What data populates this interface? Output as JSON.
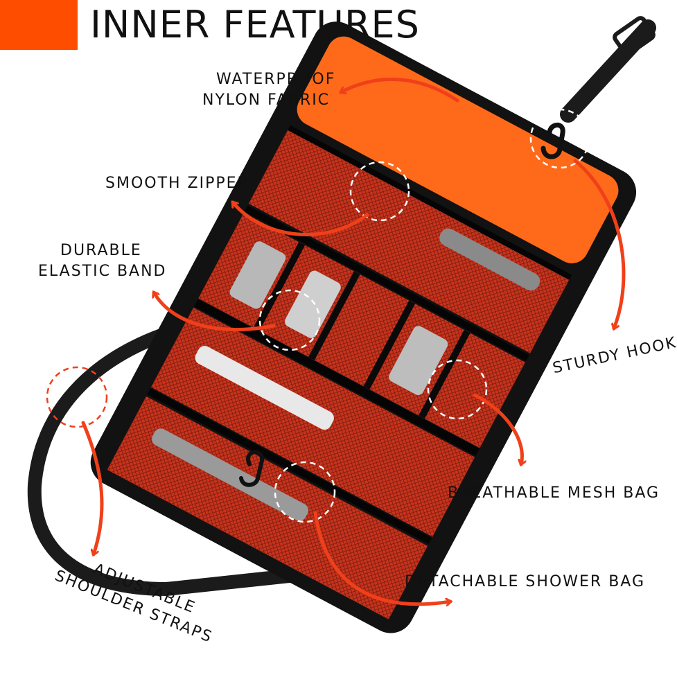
{
  "header": {
    "title": "INNER FEATURES"
  },
  "colors": {
    "accent": "#ff4d00",
    "arrow": "#f0401a",
    "bag_body": "#121212",
    "bag_orange": "#ff6a1a",
    "mesh": "#c9331c"
  },
  "callouts": {
    "waterproof_line1": "WATERPROOF",
    "waterproof_line2": "NYLON FABRIC",
    "zipper": "SMOOTH ZIPPER",
    "elastic_line1": "DURABLE",
    "elastic_line2": "ELASTIC BAND",
    "hook": "STURDY HOOK",
    "mesh": "BREATHABLE MESH BAG",
    "shower": "DETACHABLE SHOWER BAG",
    "straps_line1": "ADJUSTABLE",
    "straps_line2": "SHOULDER STRAPS"
  },
  "icons": {
    "hook": "s-hook-icon",
    "zipper": "zipper-pull-icon",
    "buckle": "strap-buckle-icon"
  }
}
